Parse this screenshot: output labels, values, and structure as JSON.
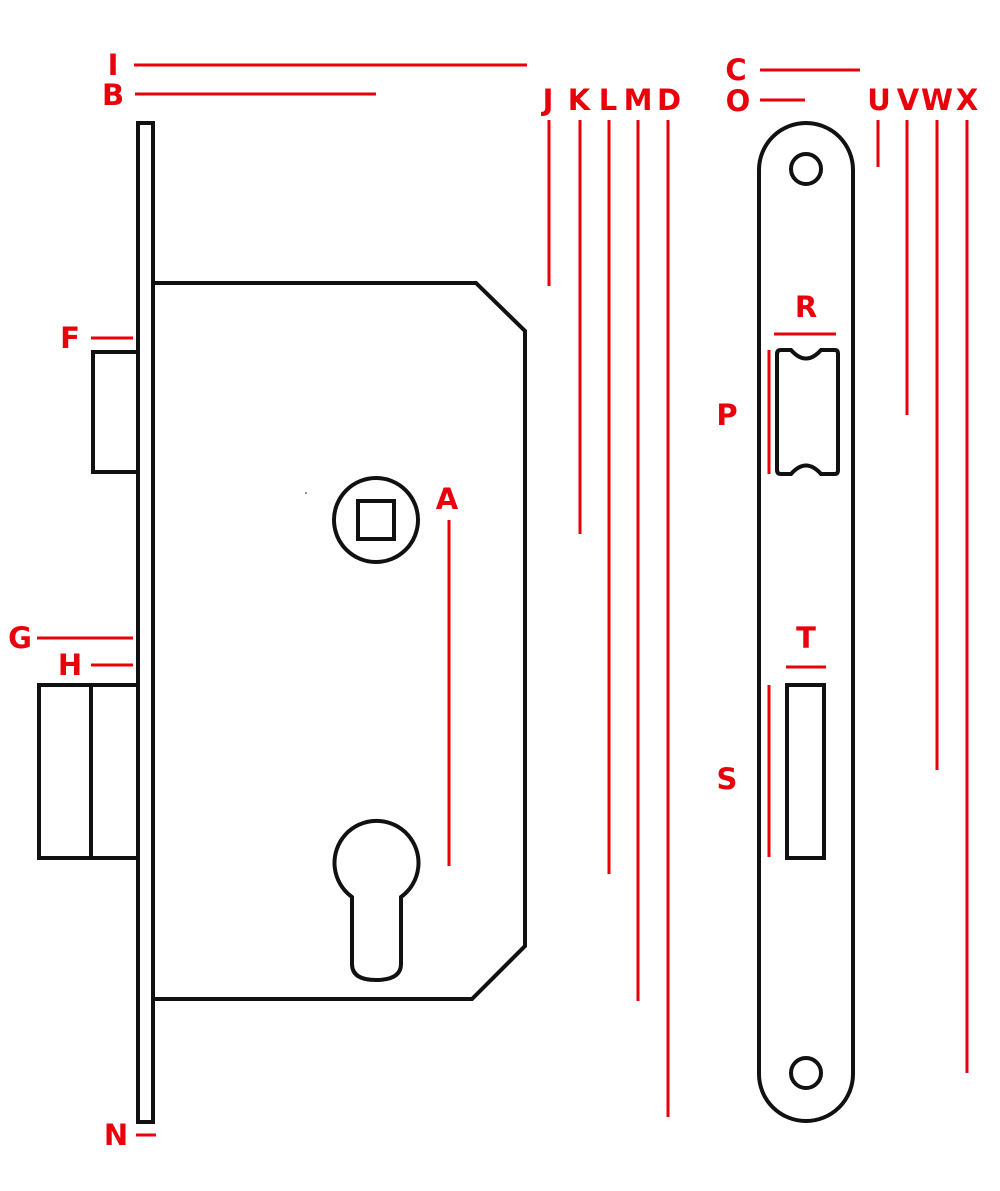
{
  "colors": {
    "dimension": "#e8000b",
    "outline": "#111111",
    "background": "#ffffff"
  },
  "labels": {
    "A": "A",
    "B": "B",
    "C": "C",
    "D": "D",
    "F": "F",
    "G": "G",
    "H": "H",
    "I": "I",
    "J": "J",
    "K": "K",
    "L": "L",
    "M": "M",
    "N": "N",
    "O": "O",
    "P": "P",
    "R": "R",
    "S": "S",
    "T": "T",
    "U": "U",
    "V": "V",
    "W": "W",
    "X": "X"
  }
}
